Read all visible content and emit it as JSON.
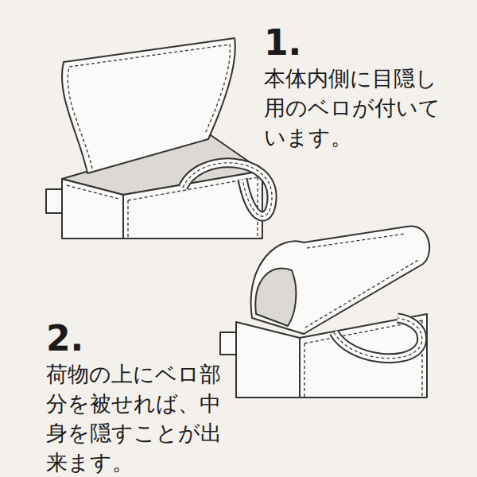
{
  "diagram": {
    "labels": [
      "1.",
      "本体内側に目隠し用のベロが付いています。",
      "2.",
      "荷物の上にベロ部分を被せれば、中身を隠すことが出来ます。"
    ]
  }
}
